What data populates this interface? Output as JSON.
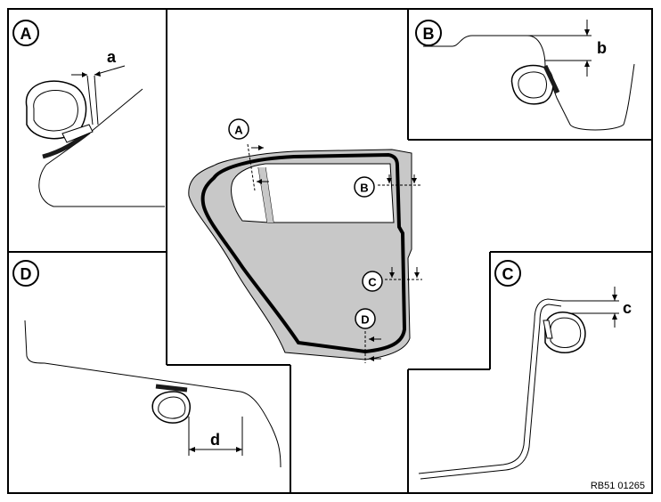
{
  "panels": {
    "a": {
      "badge": "A",
      "dim": "a"
    },
    "b": {
      "badge": "B",
      "dim": "b"
    },
    "c": {
      "badge": "C",
      "dim": "c"
    },
    "d": {
      "badge": "D",
      "dim": "d"
    }
  },
  "door_callouts": {
    "a": "A",
    "b": "B",
    "c": "C",
    "d": "D"
  },
  "reference_code": "RB51 01265",
  "colors": {
    "line": "#000000",
    "panel_fill": "#c8c8c8",
    "seal_dark": "#1a1a1a"
  }
}
